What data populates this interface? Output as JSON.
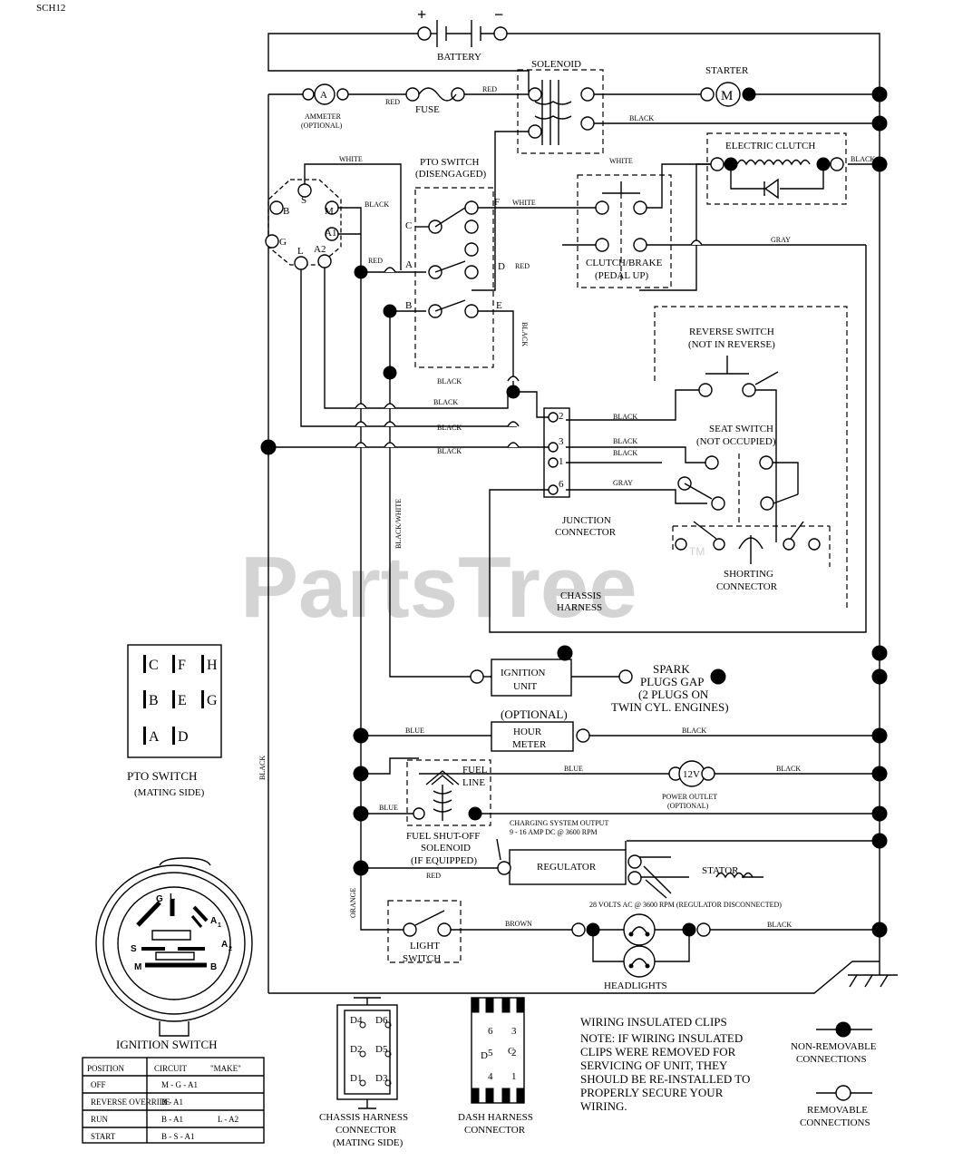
{
  "diagram_id": "SCH12",
  "watermark": "PartsTree",
  "watermark_tm": "TM",
  "components": {
    "battery": "BATTERY",
    "battery_plus": "+",
    "battery_minus": "−",
    "solenoid": "SOLENOID",
    "starter": "STARTER",
    "starter_symbol": "M",
    "ammeter": "AMMETER",
    "ammeter_optional": "(OPTIONAL)",
    "ammeter_symbol": "A",
    "fuse": "FUSE",
    "pto_switch": "PTO SWITCH",
    "pto_disengaged": "(DISENGAGED)",
    "clutch_brake": "CLUTCH/BRAKE",
    "pedal_up": "(PEDAL UP)",
    "electric_clutch": "ELECTRIC CLUTCH",
    "reverse_switch": "REVERSE SWITCH",
    "not_in_reverse": "(NOT IN REVERSE)",
    "seat_switch": "SEAT SWITCH",
    "not_occupied": "(NOT OCCUPIED)",
    "junction_connector_1": "JUNCTION",
    "junction_connector_2": "CONNECTOR",
    "chassis_harness_1": "CHASSIS",
    "chassis_harness_2": "HARNESS",
    "shorting_connector_1": "SHORTING",
    "shorting_connector_2": "CONNECTOR",
    "ignition_unit_1": "IGNITION",
    "ignition_unit_2": "UNIT",
    "spark_plugs_1": "SPARK",
    "spark_plugs_2": "PLUGS GAP",
    "spark_plugs_3": "(2 PLUGS ON",
    "spark_plugs_4": "TWIN CYL. ENGINES)",
    "hour_meter_optional": "(OPTIONAL)",
    "hour_meter_1": "HOUR",
    "hour_meter_2": "METER",
    "fuel_line_1": "FUEL",
    "fuel_line_2": "LINE",
    "power_outlet_symbol": "12V",
    "power_outlet_1": "POWER OUTLET",
    "power_outlet_2": "(OPTIONAL)",
    "fuel_shutoff_1": "FUEL SHUT-OFF",
    "fuel_shutoff_2": "SOLENOID",
    "fuel_shutoff_3": "(IF EQUIPPED)",
    "charging_output_1": "CHARGING SYSTEM OUTPUT",
    "charging_output_2": "9 - 16 AMP DC @ 3600 RPM",
    "regulator": "REGULATOR",
    "stator": "STATOR",
    "stator_ac": "28 VOLTS AC @ 3600 RPM (REGULATOR DISCONNECTED)",
    "light_switch_1": "LIGHT",
    "light_switch_2": "SWITCH",
    "headlights": "HEADLIGHTS"
  },
  "terminals": {
    "ign_s": "S",
    "ign_m": "M",
    "ign_b": "B",
    "ign_g": "G",
    "ign_l": "L",
    "ign_a2": "A2",
    "ign_a1": "A1",
    "pto_c": "C",
    "pto_f": "F",
    "pto_a": "A",
    "pto_d": "D",
    "pto_b": "B",
    "pto_e": "E",
    "jc_2": "2",
    "jc_3": "3",
    "jc_1": "1",
    "jc_6": "6"
  },
  "wire_labels": {
    "white": "WHITE",
    "black": "BLACK",
    "red": "RED",
    "gray": "GRAY",
    "blue": "BLUE",
    "brown": "BROWN",
    "orange": "ORANGE",
    "black_white": "BLACK/WHITE"
  },
  "pto_mating": {
    "letters": [
      [
        "C",
        "F",
        "H"
      ],
      [
        "B",
        "E",
        "G"
      ],
      [
        "A",
        "D"
      ]
    ],
    "title": "PTO SWITCH",
    "subtitle": "(MATING SIDE)"
  },
  "ignition_switch": {
    "title": "IGNITION SWITCH",
    "face_labels": {
      "g": "G",
      "l": "L",
      "a1": "A",
      "a1_sub": "1",
      "s": "S",
      "a2": "A",
      "a2_sub": "2",
      "m": "M",
      "b": "B"
    },
    "table_headers": [
      "POSITION",
      "CIRCUIT",
      "\"MAKE\""
    ],
    "rows": [
      [
        "OFF",
        "M - G - A1",
        ""
      ],
      [
        "REVERSE OVERRIDE",
        "B - A1",
        ""
      ],
      [
        "RUN",
        "B - A1",
        "L - A2"
      ],
      [
        "START",
        "B - S - A1",
        ""
      ]
    ]
  },
  "chassis_connector": {
    "pins_left": [
      "D4",
      "D2",
      "D1"
    ],
    "pins_right": [
      "D6",
      "D5",
      "D3"
    ],
    "label_1": "CHASSIS HARNESS",
    "label_2": "CONNECTOR",
    "label_3": "(MATING SIDE)"
  },
  "dash_connector": {
    "pins_left": [
      "6",
      "5",
      "4"
    ],
    "pins_right": [
      "3",
      "2",
      "1"
    ],
    "mid_left": "D",
    "mid_right": "C",
    "label_1": "DASH HARNESS",
    "label_2": "CONNECTOR"
  },
  "notes": {
    "clips_title": "WIRING INSULATED CLIPS",
    "clips_lines": [
      "NOTE: IF WIRING INSULATED",
      "CLIPS WERE REMOVED FOR",
      "SERVICING OF UNIT, THEY",
      "SHOULD BE RE-INSTALLED TO",
      "PROPERLY SECURE YOUR",
      "WIRING."
    ]
  },
  "legend": {
    "non_removable_1": "NON-REMOVABLE",
    "non_removable_2": "CONNECTIONS",
    "removable_1": "REMOVABLE",
    "removable_2": "CONNECTIONS"
  }
}
